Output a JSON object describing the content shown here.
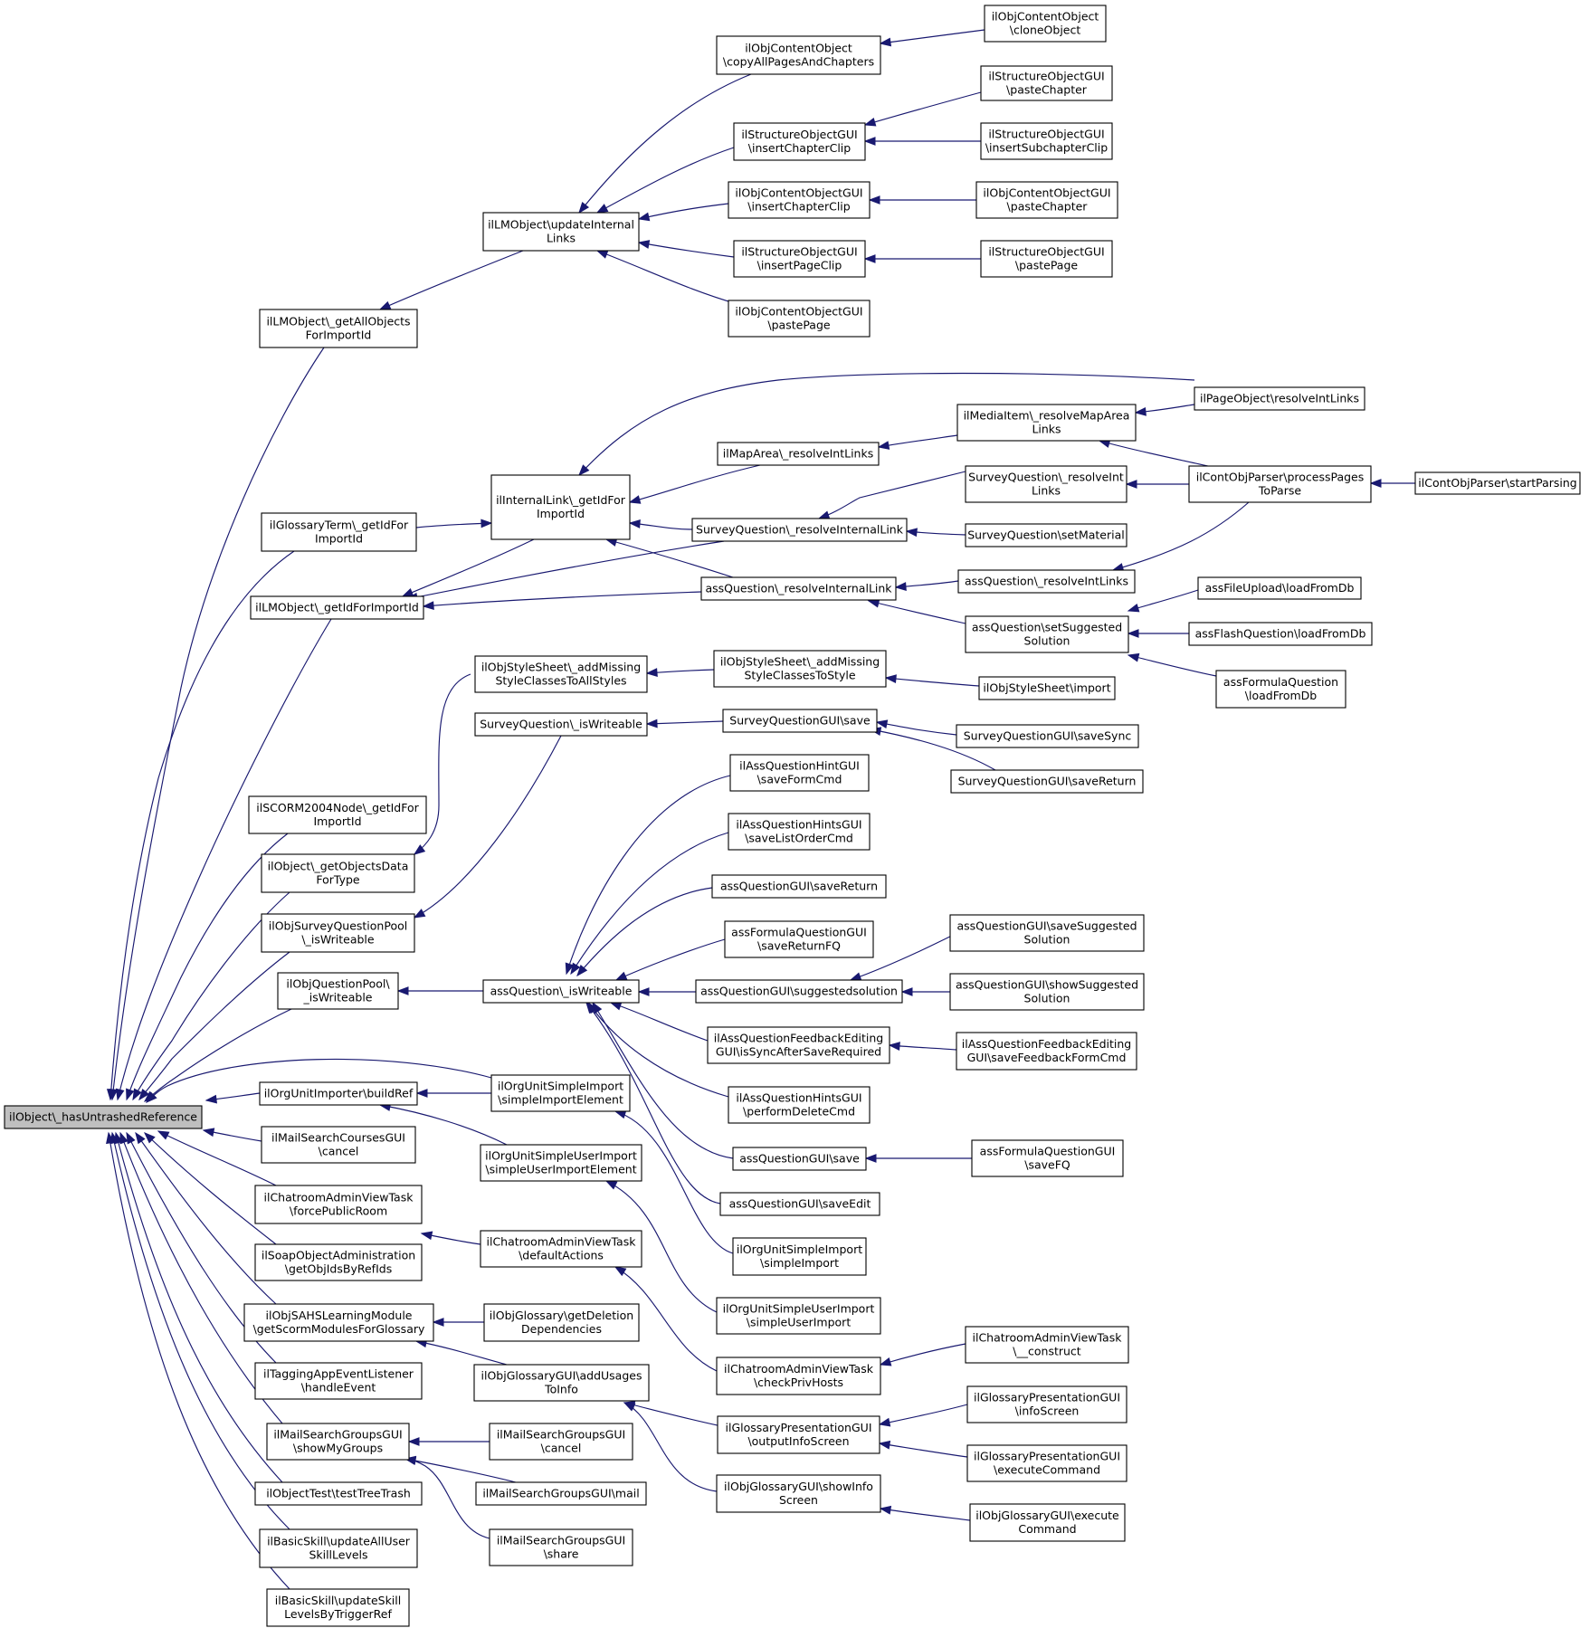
{
  "colors": {
    "edge": "#191970",
    "node_border": "#000000",
    "node_fill": "#ffffff",
    "root_fill": "#bfbfbf"
  },
  "nodes": [
    {
      "id": "root",
      "lines": [
        "ilObject\\_hasUntrashedReference"
      ],
      "root": true
    },
    {
      "id": "lmAll",
      "lines": [
        "ilLMObject\\_getAllObjects",
        "ForImportId"
      ]
    },
    {
      "id": "lmUpd",
      "lines": [
        "ilLMObject\\updateInternal",
        "Links"
      ]
    },
    {
      "id": "cocopy",
      "lines": [
        "ilObjContentObject",
        "\\copyAllPagesAndChapters"
      ]
    },
    {
      "id": "coclone",
      "lines": [
        "ilObjContentObject",
        "\\cloneObject"
      ]
    },
    {
      "id": "sgInsCh",
      "lines": [
        "ilStructureObjectGUI",
        "\\insertChapterClip"
      ]
    },
    {
      "id": "sgPasteCh",
      "lines": [
        "ilStructureObjectGUI",
        "\\pasteChapter"
      ]
    },
    {
      "id": "sgInsSub",
      "lines": [
        "ilStructureObjectGUI",
        "\\insertSubchapterClip"
      ]
    },
    {
      "id": "cogInsCh",
      "lines": [
        "ilObjContentObjectGUI",
        "\\insertChapterClip"
      ]
    },
    {
      "id": "cogPasteCh",
      "lines": [
        "ilObjContentObjectGUI",
        "\\pasteChapter"
      ]
    },
    {
      "id": "sgInsPg",
      "lines": [
        "ilStructureObjectGUI",
        "\\insertPageClip"
      ]
    },
    {
      "id": "sgPastePg",
      "lines": [
        "ilStructureObjectGUI",
        "\\pastePage"
      ]
    },
    {
      "id": "cogPastePg",
      "lines": [
        "ilObjContentObjectGUI",
        "\\pastePage"
      ]
    },
    {
      "id": "pageRes",
      "lines": [
        "ilPageObject\\resolveIntLinks"
      ]
    },
    {
      "id": "mediaRes",
      "lines": [
        "ilMediaItem\\_resolveMapArea",
        "Links"
      ]
    },
    {
      "id": "mapRes",
      "lines": [
        "ilMapArea\\_resolveIntLinks"
      ]
    },
    {
      "id": "contProc",
      "lines": [
        "ilContObjParser\\processPages",
        "ToParse"
      ]
    },
    {
      "id": "contStart",
      "lines": [
        "ilContObjParser\\startParsing"
      ]
    },
    {
      "id": "sqResIntL",
      "lines": [
        "SurveyQuestion\\_resolveInt",
        "Links"
      ]
    },
    {
      "id": "glossTerm",
      "lines": [
        "ilGlossaryTerm\\_getIdFor",
        "ImportId"
      ]
    },
    {
      "id": "intLink",
      "lines": [
        "ilInternalLink\\_getIdFor",
        "ImportId"
      ]
    },
    {
      "id": "sqResIL",
      "lines": [
        "SurveyQuestion\\_resolveInternalLink"
      ]
    },
    {
      "id": "sqSetMat",
      "lines": [
        "SurveyQuestion\\setMaterial"
      ]
    },
    {
      "id": "aqResIntL",
      "lines": [
        "assQuestion\\_resolveIntLinks"
      ]
    },
    {
      "id": "lmGetId",
      "lines": [
        "ilLMObject\\_getIdForImportId"
      ]
    },
    {
      "id": "aqResIL",
      "lines": [
        "assQuestion\\_resolveInternalLink"
      ]
    },
    {
      "id": "aqSetSug",
      "lines": [
        "assQuestion\\setSuggested",
        "Solution"
      ]
    },
    {
      "id": "afuLoad",
      "lines": [
        "assFileUpload\\loadFromDb"
      ]
    },
    {
      "id": "aflLoad",
      "lines": [
        "assFlashQuestion\\loadFromDb"
      ]
    },
    {
      "id": "afoLoad",
      "lines": [
        "assFormulaQuestion",
        "\\loadFromDb"
      ]
    },
    {
      "id": "ssAddAll",
      "lines": [
        "ilObjStyleSheet\\_addMissing",
        "StyleClassesToAllStyles"
      ]
    },
    {
      "id": "ssAdd",
      "lines": [
        "ilObjStyleSheet\\_addMissing",
        "StyleClassesToStyle"
      ]
    },
    {
      "id": "ssImp",
      "lines": [
        "ilObjStyleSheet\\import"
      ]
    },
    {
      "id": "sqWrite",
      "lines": [
        "SurveyQuestion\\_isWriteable"
      ]
    },
    {
      "id": "sqgSave",
      "lines": [
        "SurveyQuestionGUI\\save"
      ]
    },
    {
      "id": "sqgSync",
      "lines": [
        "SurveyQuestionGUI\\saveSync"
      ]
    },
    {
      "id": "sqgRet",
      "lines": [
        "SurveyQuestionGUI\\saveReturn"
      ]
    },
    {
      "id": "scorm",
      "lines": [
        "ilSCORM2004Node\\_getIdFor",
        "ImportId"
      ]
    },
    {
      "id": "objData",
      "lines": [
        "ilObject\\_getObjectsData",
        "ForType"
      ]
    },
    {
      "id": "sqpWrite",
      "lines": [
        "ilObjSurveyQuestionPool",
        "\\_isWriteable"
      ]
    },
    {
      "id": "aqhSaveForm",
      "lines": [
        "ilAssQuestionHintGUI",
        "\\saveFormCmd"
      ]
    },
    {
      "id": "aqhsSaveList",
      "lines": [
        "ilAssQuestionHintsGUI",
        "\\saveListOrderCmd"
      ]
    },
    {
      "id": "aqgSaveRet",
      "lines": [
        "assQuestionGUI\\saveReturn"
      ]
    },
    {
      "id": "afqgSaveRet",
      "lines": [
        "assFormulaQuestionGUI",
        "\\saveReturnFQ"
      ]
    },
    {
      "id": "aqgSaveSug",
      "lines": [
        "assQuestionGUI\\saveSuggested",
        "Solution"
      ]
    },
    {
      "id": "qpWrite",
      "lines": [
        "ilObjQuestionPool\\",
        "_isWriteable"
      ]
    },
    {
      "id": "aqWrite",
      "lines": [
        "assQuestion\\_isWriteable"
      ]
    },
    {
      "id": "aqgSugSol",
      "lines": [
        "assQuestionGUI\\suggestedsolution"
      ]
    },
    {
      "id": "aqgShowSug",
      "lines": [
        "assQuestionGUI\\showSuggested",
        "Solution"
      ]
    },
    {
      "id": "aqfeSync",
      "lines": [
        "ilAssQuestionFeedbackEditing",
        "GUI\\isSyncAfterSaveRequired"
      ]
    },
    {
      "id": "aqfeSave",
      "lines": [
        "ilAssQuestionFeedbackEditing",
        "GUI\\saveFeedbackFormCmd"
      ]
    },
    {
      "id": "aqhsDel",
      "lines": [
        "ilAssQuestionHintsGUI",
        "\\performDeleteCmd"
      ]
    },
    {
      "id": "oubuild",
      "lines": [
        "ilOrgUnitImporter\\buildRef"
      ]
    },
    {
      "id": "ousiEl",
      "lines": [
        "ilOrgUnitSimpleImport",
        "\\simpleImportElement"
      ]
    },
    {
      "id": "aqgSave",
      "lines": [
        "assQuestionGUI\\save"
      ]
    },
    {
      "id": "afqgSaveFQ",
      "lines": [
        "assFormulaQuestionGUI",
        "\\saveFQ"
      ]
    },
    {
      "id": "mscCancel",
      "lines": [
        "ilMailSearchCoursesGUI",
        "\\cancel"
      ]
    },
    {
      "id": "ousuiEl",
      "lines": [
        "ilOrgUnitSimpleUserImport",
        "\\simpleUserImportElement"
      ]
    },
    {
      "id": "aqgSaveEdit",
      "lines": [
        "assQuestionGUI\\saveEdit"
      ]
    },
    {
      "id": "chatForce",
      "lines": [
        "ilChatroomAdminViewTask",
        "\\forcePublicRoom"
      ]
    },
    {
      "id": "chatDef",
      "lines": [
        "ilChatroomAdminViewTask",
        "\\defaultActions"
      ]
    },
    {
      "id": "ousiImp",
      "lines": [
        "ilOrgUnitSimpleImport",
        "\\simpleImport"
      ]
    },
    {
      "id": "soap",
      "lines": [
        "ilSoapObjectAdministration",
        "\\getObjIdsByRefIds"
      ]
    },
    {
      "id": "ousuiImp",
      "lines": [
        "ilOrgUnitSimpleUserImport",
        "\\simpleUserImport"
      ]
    },
    {
      "id": "sahs",
      "lines": [
        "ilObjSAHSLearningModule",
        "\\getScormModulesForGlossary"
      ]
    },
    {
      "id": "glossDel",
      "lines": [
        "ilObjGlossary\\getDeletion",
        "Dependencies"
      ]
    },
    {
      "id": "chatConst",
      "lines": [
        "ilChatroomAdminViewTask",
        "\\__construct"
      ]
    },
    {
      "id": "tagging",
      "lines": [
        "ilTaggingAppEventListener",
        "\\handleEvent"
      ]
    },
    {
      "id": "glossAdd",
      "lines": [
        "ilObjGlossaryGUI\\addUsages",
        "ToInfo"
      ]
    },
    {
      "id": "chatCheck",
      "lines": [
        "ilChatroomAdminViewTask",
        "\\checkPrivHosts"
      ]
    },
    {
      "id": "gpInfo",
      "lines": [
        "ilGlossaryPresentationGUI",
        "\\infoScreen"
      ]
    },
    {
      "id": "msgShow",
      "lines": [
        "ilMailSearchGroupsGUI",
        "\\showMyGroups"
      ]
    },
    {
      "id": "msgCancel",
      "lines": [
        "ilMailSearchGroupsGUI",
        "\\cancel"
      ]
    },
    {
      "id": "gpOut",
      "lines": [
        "ilGlossaryPresentationGUI",
        "\\outputInfoScreen"
      ]
    },
    {
      "id": "gpExec",
      "lines": [
        "ilGlossaryPresentationGUI",
        "\\executeCommand"
      ]
    },
    {
      "id": "objTest",
      "lines": [
        "ilObjectTest\\testTreeTrash"
      ]
    },
    {
      "id": "msgMail",
      "lines": [
        "ilMailSearchGroupsGUI\\mail"
      ]
    },
    {
      "id": "glossShow",
      "lines": [
        "ilObjGlossaryGUI\\showInfo",
        "Screen"
      ]
    },
    {
      "id": "glossExec",
      "lines": [
        "ilObjGlossaryGUI\\execute",
        "Command"
      ]
    },
    {
      "id": "bsAll",
      "lines": [
        "ilBasicSkill\\updateAllUser",
        "SkillLevels"
      ]
    },
    {
      "id": "msgShare",
      "lines": [
        "ilMailSearchGroupsGUI",
        "\\share"
      ]
    },
    {
      "id": "bsTrig",
      "lines": [
        "ilBasicSkill\\updateSkill",
        "LevelsByTriggerRef"
      ]
    }
  ]
}
